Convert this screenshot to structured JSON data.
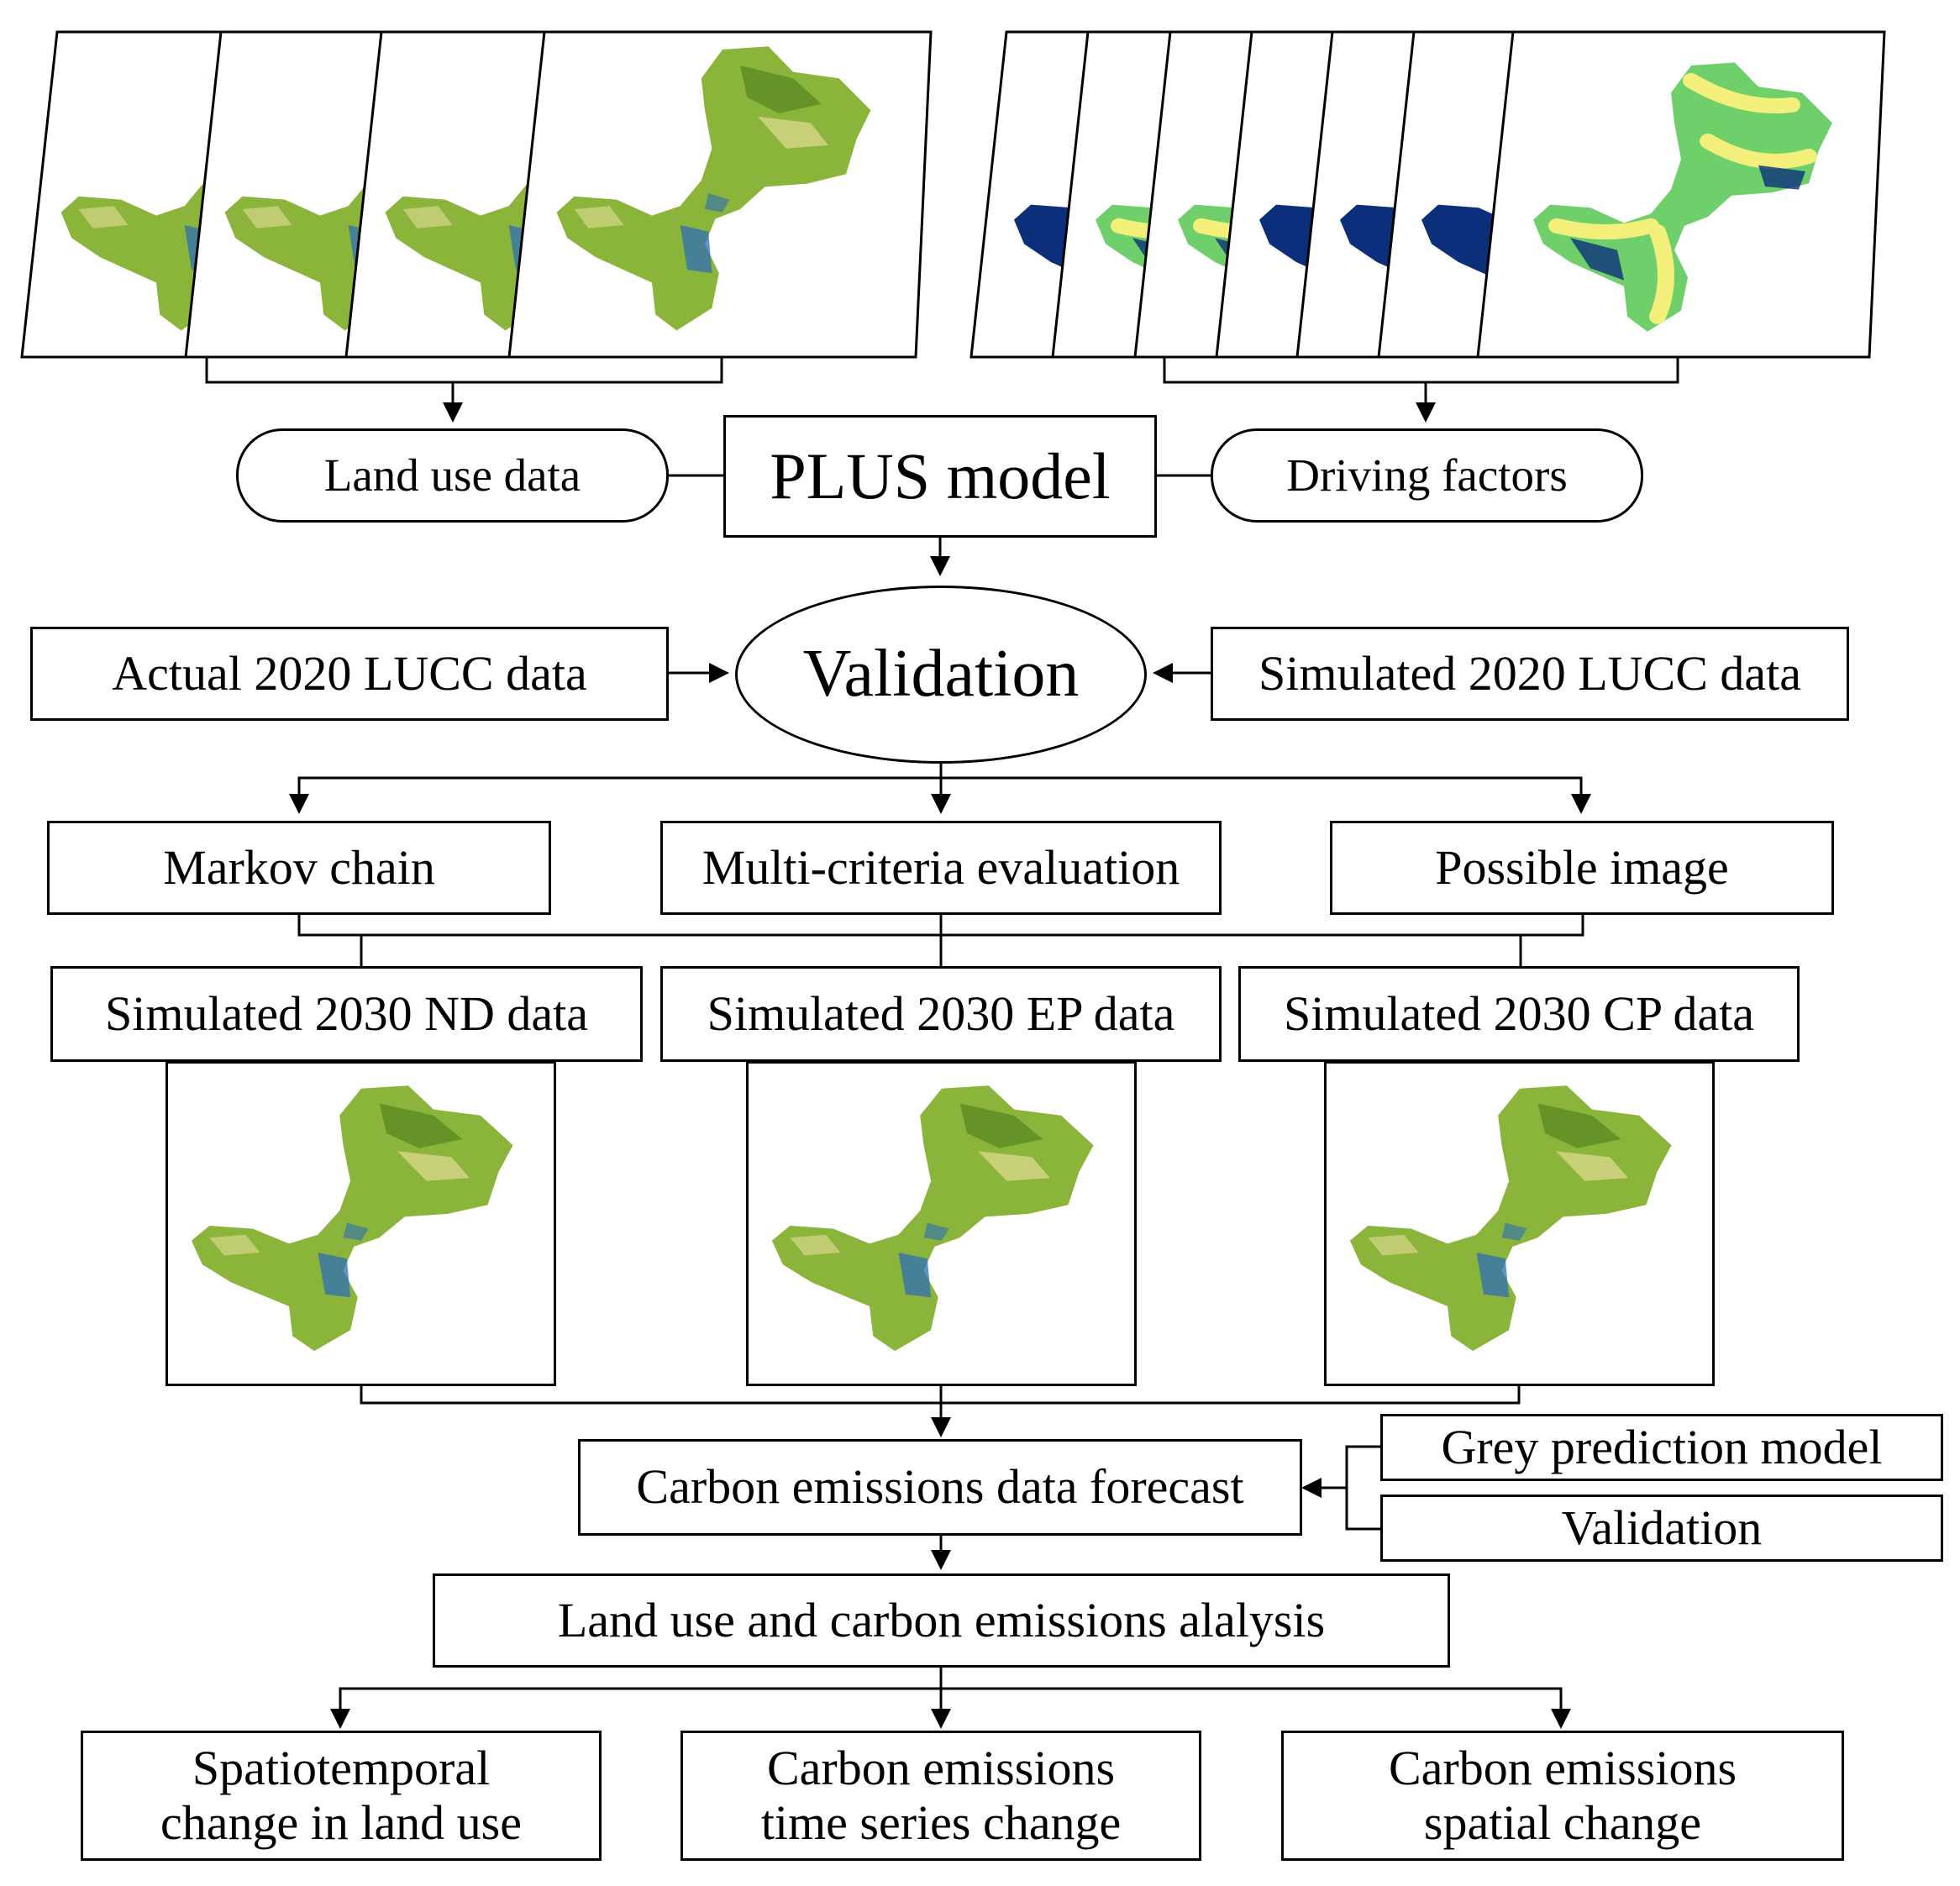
{
  "nodes": {
    "land_use_data": "Land use data",
    "plus_model": "PLUS model",
    "driving_factors": "Driving factors",
    "actual_lucc": "Actual 2020 LUCC data",
    "validation_main": "Validation",
    "simulated_lucc": "Simulated 2020 LUCC data",
    "markov": "Markov chain",
    "mce": "Multi-criteria evaluation",
    "possible_image": "Possible image",
    "nd_data": "Simulated 2030 ND data",
    "ep_data": "Simulated 2030 EP data",
    "cp_data": "Simulated 2030 CP data",
    "forecast": "Carbon emissions data forecast",
    "grey_model": "Grey prediction model",
    "validation_side": "Validation",
    "analysis": "Land use and carbon emissions alalysis",
    "out1_line1": "Spatiotemporal",
    "out1_line2": "change in land use",
    "out2_line1": "Carbon emissions",
    "out2_line2": "time series change",
    "out3_line1": "Carbon emissions",
    "out3_line2": "spatial change"
  },
  "colors": {
    "landuse_green": "#8ab43a",
    "landuse_dark": "#4f7d1c",
    "landuse_light": "#d6d68a",
    "water_blue": "#2f6fb5",
    "factor_yellow": "#f2f07a",
    "factor_green": "#6fcf6a",
    "factor_dark": "#0b2f7a"
  },
  "icons": [
    "land-use-map-icon",
    "driving-factor-map-icon",
    "arrow-icon"
  ]
}
